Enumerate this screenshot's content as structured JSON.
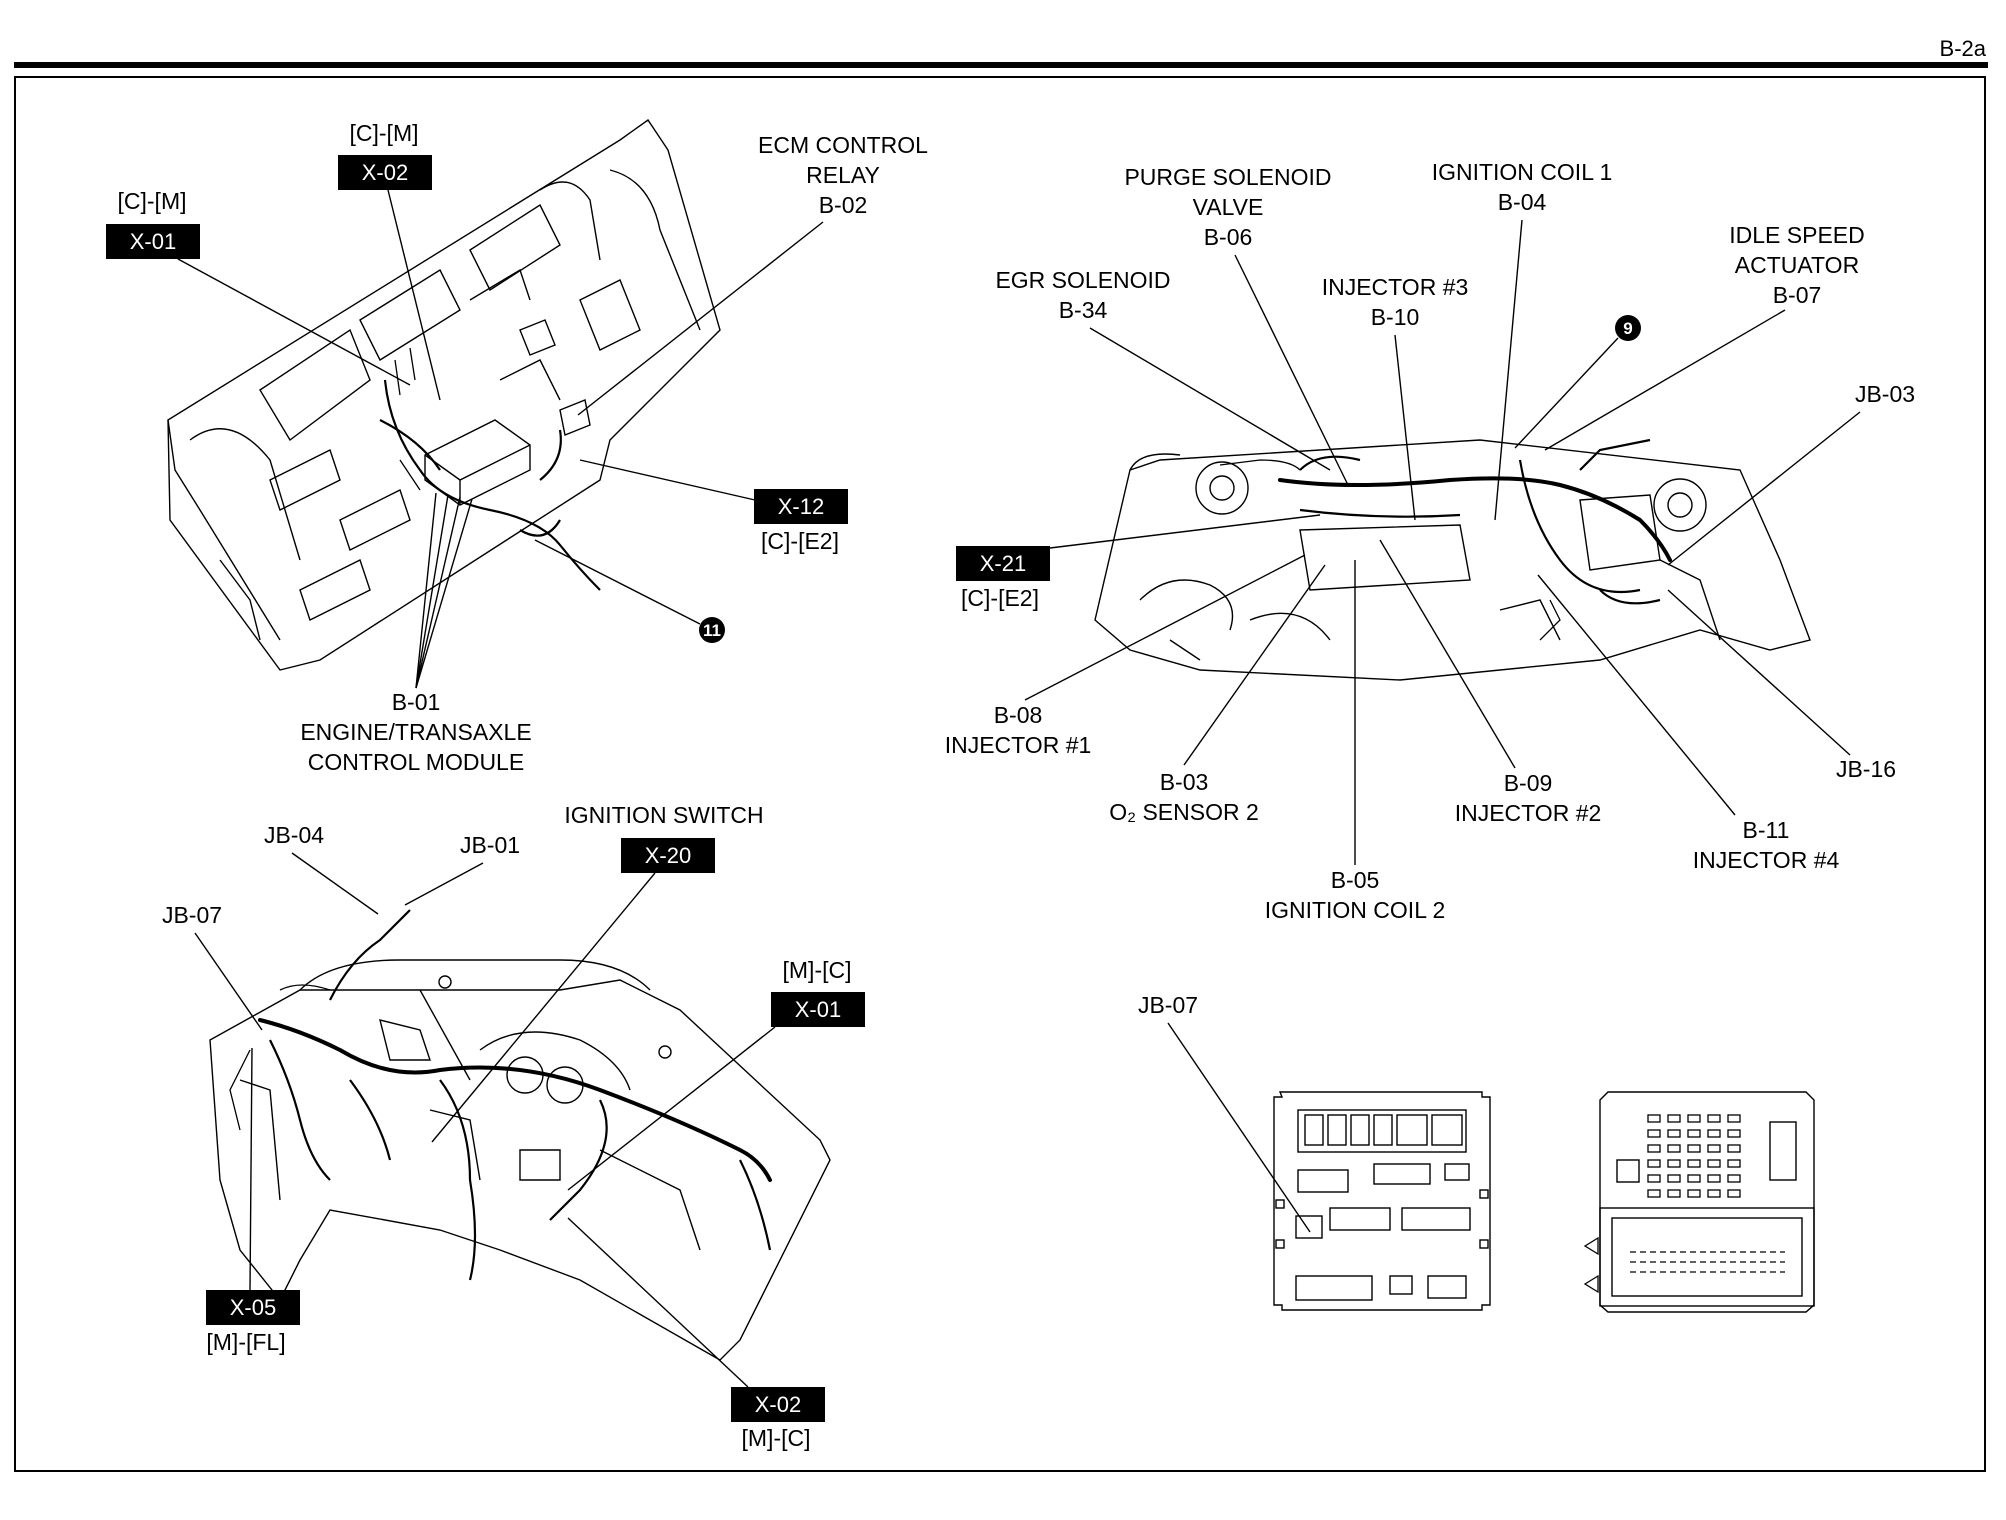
{
  "page": {
    "number": "B-2a"
  },
  "ecm": {
    "tag_x01_loc": "[C]-[M]",
    "tag_x01": "X-01",
    "tag_x02_loc": "[C]-[M]",
    "tag_x02": "X-02",
    "relay_name": [
      "ECM CONTROL",
      "RELAY"
    ],
    "relay_code": "B-02",
    "tag_x12": "X-12",
    "tag_x12_loc": "[C]-[E2]",
    "ground": "11",
    "module_code": "B-01",
    "module_name": [
      "ENGINE/TRANSAXLE",
      "CONTROL MODULE"
    ]
  },
  "engine": {
    "purge": {
      "name": [
        "PURGE SOLENOID",
        "VALVE"
      ],
      "code": "B-06"
    },
    "coil1": {
      "name": "IGNITION COIL 1",
      "code": "B-04"
    },
    "idle": {
      "name": [
        "IDLE SPEED",
        "ACTUATOR"
      ],
      "code": "B-07"
    },
    "egr": {
      "name": "EGR SOLENOID",
      "code": "B-34"
    },
    "inj3": {
      "name": "INJECTOR #3",
      "code": "B-10"
    },
    "ground": "9",
    "jb03": "JB-03",
    "tag_x21": "X-21",
    "tag_x21_loc": "[C]-[E2]",
    "inj1": {
      "code": "B-08",
      "name": "INJECTOR #1"
    },
    "o2": {
      "code": "B-03",
      "name": "O₂ SENSOR 2"
    },
    "inj2": {
      "code": "B-09",
      "name": "INJECTOR #2"
    },
    "inj4": {
      "code": "B-11",
      "name": "INJECTOR #4"
    },
    "jb16": "JB-16",
    "coil2": {
      "code": "B-05",
      "name": "IGNITION COIL 2"
    }
  },
  "dash": {
    "jb04": "JB-04",
    "jb01": "JB-01",
    "ign_switch": "IGNITION SWITCH",
    "tag_x20": "X-20",
    "jb07": "JB-07",
    "tag_x01_loc": "[M]-[C]",
    "tag_x01": "X-01",
    "tag_x05": "X-05",
    "tag_x05_loc": "[M]-[FL]",
    "tag_x02": "X-02",
    "tag_x02_loc": "[M]-[C]"
  },
  "junction": {
    "label": "JB-07"
  }
}
